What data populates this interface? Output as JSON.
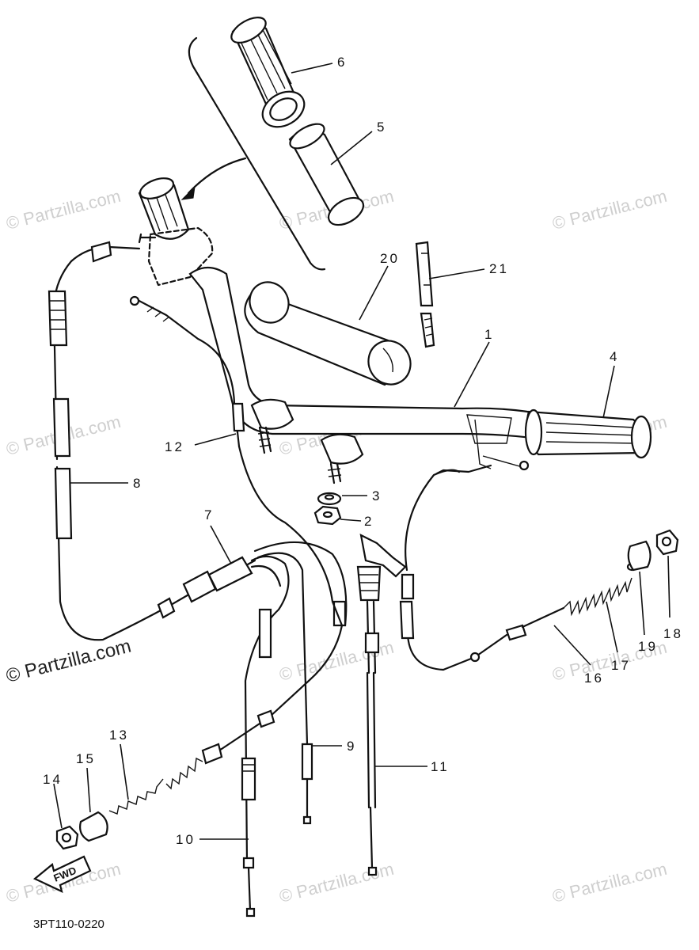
{
  "diagram_code": "3PT110-0220",
  "fwd_label": "FWD",
  "watermark_text": "© Partzilla.com",
  "watermark_bold_text": "© Partzilla.com",
  "callouts": [
    "1",
    "2",
    "3",
    "4",
    "5",
    "6",
    "7",
    "8",
    "9",
    "10",
    "11",
    "12",
    "13",
    "14",
    "15",
    "16",
    "17",
    "18",
    "19",
    "20",
    "21"
  ]
}
